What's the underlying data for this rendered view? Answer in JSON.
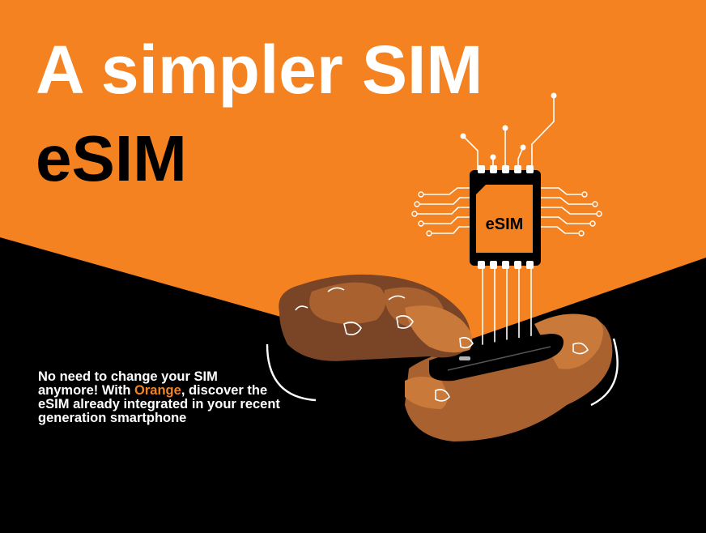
{
  "colors": {
    "brand_orange": "#F58220",
    "background_black": "#000000",
    "text_white": "#FFFFFF",
    "skin_dark": "#7A4426",
    "skin_mid": "#A8612F",
    "skin_light": "#C9793A"
  },
  "hero": {
    "title": "A simpler SIM",
    "subtitle": "eSIM"
  },
  "description": {
    "part1": "No need to change your SIM anymore! With ",
    "brand": "Orange",
    "part2": ", discover the eSIM already integrated  in your recent generation smartphone"
  },
  "illustration": {
    "chip_label": "eSIM",
    "icons": [
      "esim-chip-icon",
      "hands-holding-phone-icon"
    ]
  }
}
